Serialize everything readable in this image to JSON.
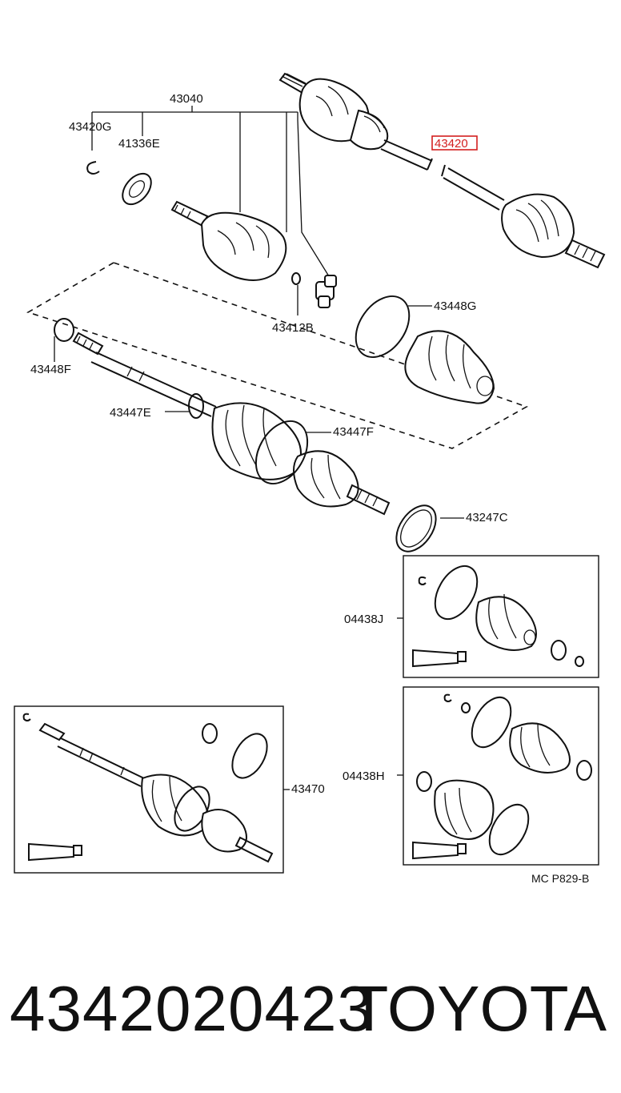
{
  "labels": {
    "l43040": "43040",
    "l43420G": "43420G",
    "l41336E": "41336E",
    "l43420": "43420",
    "l43412B": "43412B",
    "l43448G": "43448G",
    "l43448F": "43448F",
    "l43447E": "43447E",
    "l43447F": "43447F",
    "l43247C": "43247C",
    "l04438J": "04438J",
    "l04438H": "04438H",
    "l43470": "43470"
  },
  "diagram_code": "MC P829-B",
  "footer": {
    "part_number": "4342020423",
    "brand": "TOYOTA"
  },
  "highlight_color": "#d32020"
}
